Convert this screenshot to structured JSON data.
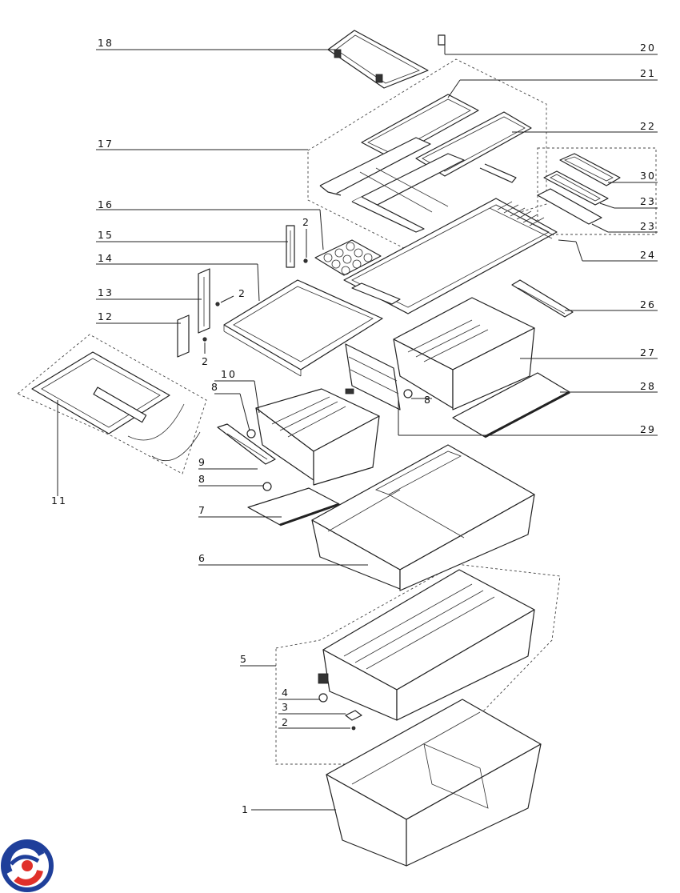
{
  "labels": {
    "l18": "18",
    "l20": "20",
    "l21": "21",
    "l17": "17",
    "l22": "22",
    "l16": "16",
    "l2a": "2",
    "l30": "30",
    "l23a": "23",
    "l23b": "23",
    "l15": "15",
    "l24": "24",
    "l14": "14",
    "l13": "13",
    "l2b": "2",
    "l12": "12",
    "l26": "26",
    "l2c": "2",
    "l27": "27",
    "l10": "10",
    "l8a": "8",
    "l28": "28",
    "l8b": "8",
    "l29": "29",
    "l9": "9",
    "l8c": "8",
    "l11": "11",
    "l7": "7",
    "l6": "6",
    "l5": "5",
    "l4": "4",
    "l3": "3",
    "l2d": "2",
    "l1": "1"
  },
  "colors": {
    "logo_blue": "#1f3f9a",
    "logo_red": "#e0302a"
  }
}
